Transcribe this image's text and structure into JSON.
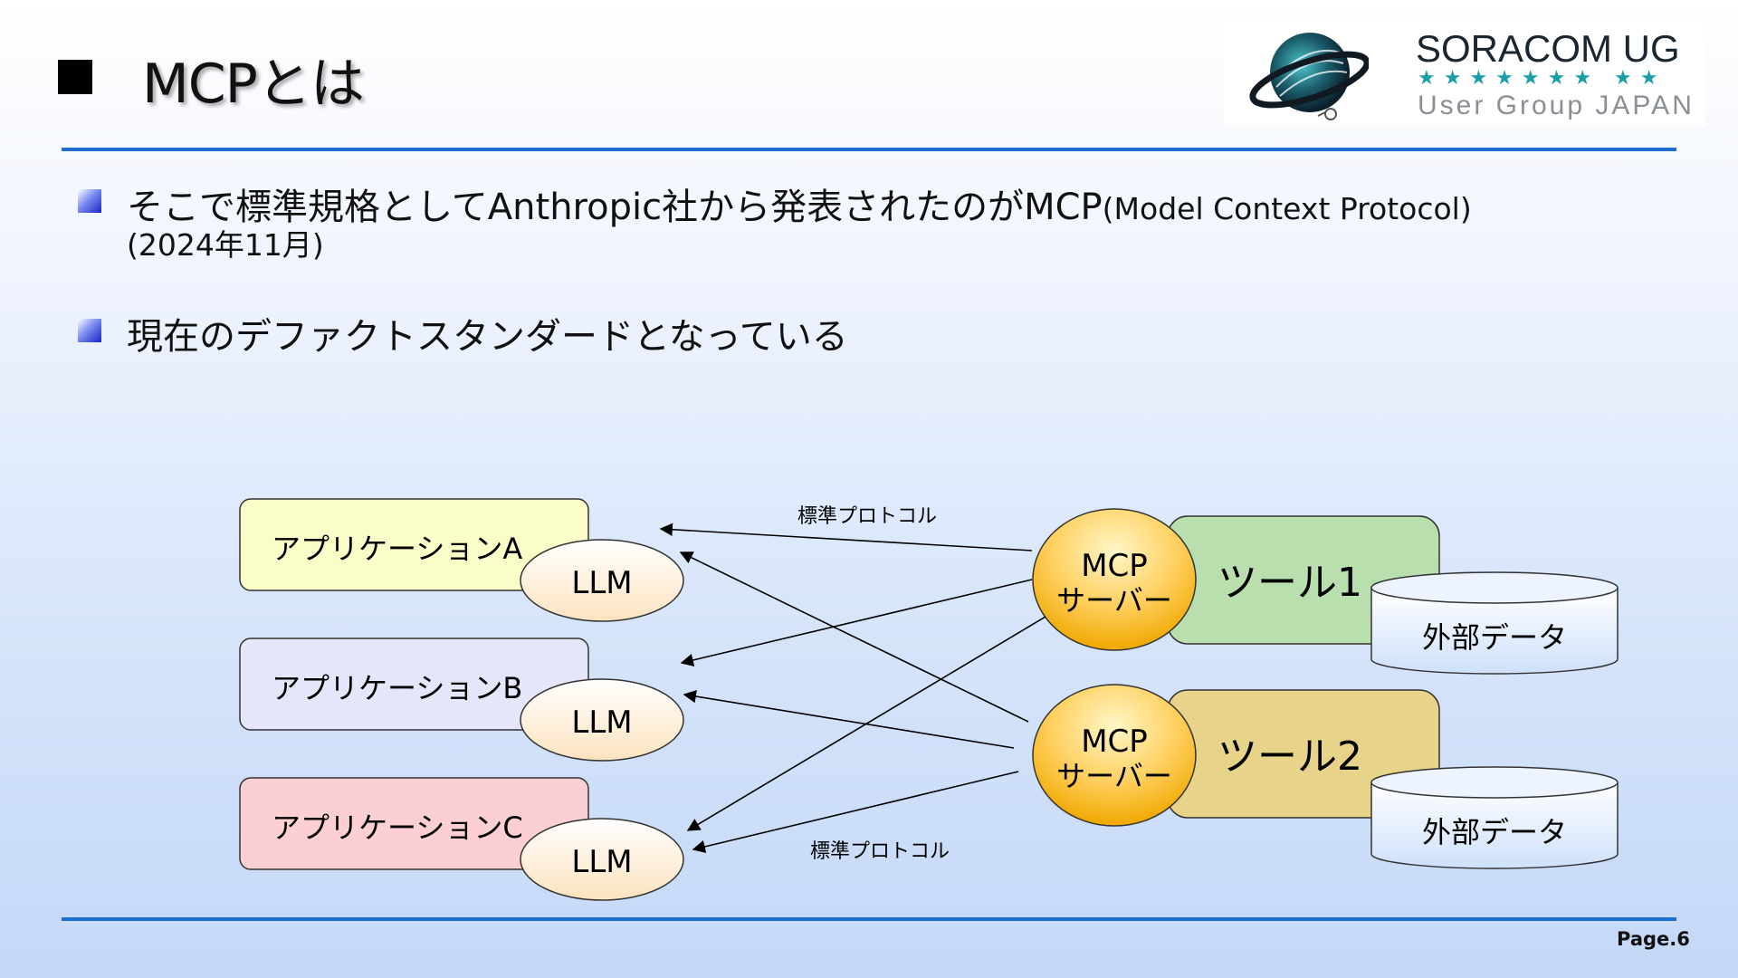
{
  "slide": {
    "title": "MCPとは",
    "page": "Page.6"
  },
  "logo": {
    "name": "SORACOM UG",
    "stars": "★★★★★★★ ★★",
    "subtitle": "User Group JAPAN"
  },
  "bullets": [
    {
      "main": "そこで標準規格としてAnthropic社から発表されたのがMCP",
      "small": "(Model Context Protocol)",
      "line2": "(2024年11月)"
    },
    {
      "main": "現在のデファクトスタンダードとなっている"
    }
  ],
  "diagram": {
    "applications": [
      {
        "label": "アプリケーションA",
        "llm": "LLM",
        "color": "#fbfdc8"
      },
      {
        "label": "アプリケーションB",
        "llm": "LLM",
        "color": "#e6e6fb"
      },
      {
        "label": "アプリケーションC",
        "llm": "LLM",
        "color": "#fbcfd3"
      }
    ],
    "servers": [
      {
        "line1": "MCP",
        "line2": "サーバー",
        "tool": "ツール1",
        "tool_color": "#b9dfae",
        "data": "外部データ"
      },
      {
        "line1": "MCP",
        "line2": "サーバー",
        "tool": "ツール2",
        "tool_color": "#e7d389",
        "data": "外部データ"
      }
    ],
    "protocol_label_top": "標準プロトコル",
    "protocol_label_bottom": "標準プロトコル"
  }
}
